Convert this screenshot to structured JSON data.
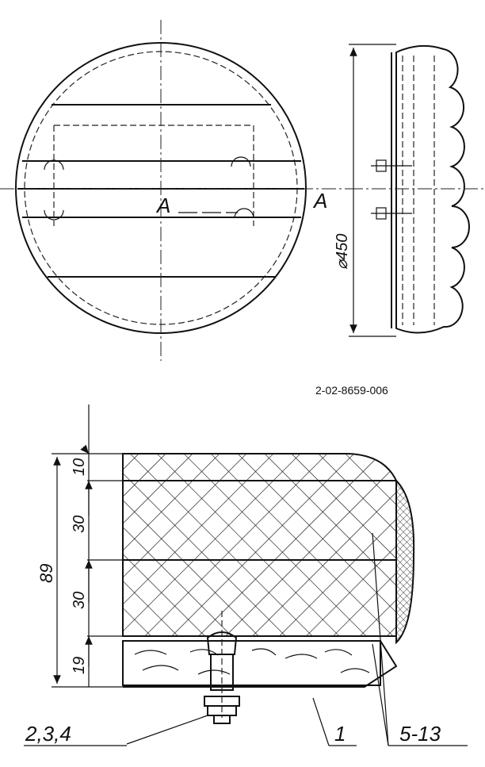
{
  "drawing_number": "2-02-8659-006",
  "section_labels": {
    "left": "A",
    "right": "A"
  },
  "diameter_label": "⌀450",
  "dimensions": {
    "d10": "10",
    "d30a": "30",
    "d30b": "30",
    "d19": "19",
    "total": "89"
  },
  "callouts": {
    "hardware": "2,3,4",
    "base": "1",
    "layers": "5-13"
  },
  "colors": {
    "ink": "#111111",
    "paper": "#ffffff"
  }
}
